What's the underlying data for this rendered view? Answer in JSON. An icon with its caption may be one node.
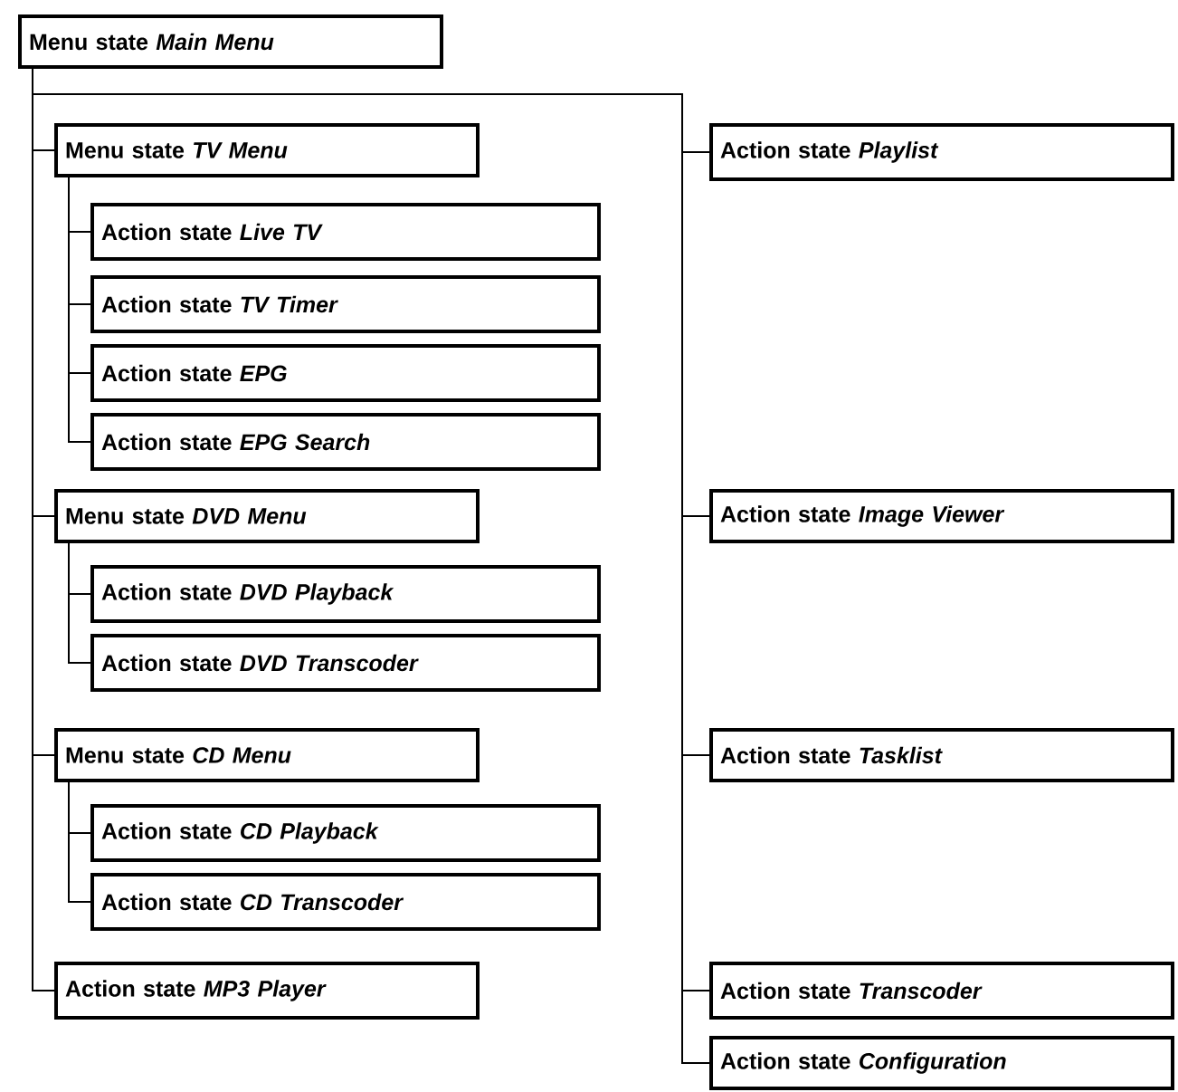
{
  "diagram": {
    "nodes": [
      {
        "text": [
          "Menu state *Main Menu*"
        ]
      },
      {
        "text": [
          "Menu state *TV Menu*"
        ]
      },
      {
        "text": [
          "Action state *Live TV*"
        ]
      },
      {
        "text": [
          "Action state *TV Timer*"
        ]
      },
      {
        "text": [
          "Action state *EPG*"
        ]
      },
      {
        "text": [
          "Action state *EPG Search*"
        ]
      },
      {
        "text": [
          "Menu state *DVD Menu*"
        ]
      },
      {
        "text": [
          "Action state *DVD Playback*"
        ]
      },
      {
        "text": [
          "Action state *DVD Transcoder*"
        ]
      },
      {
        "text": [
          "Menu state *CD Menu*"
        ]
      },
      {
        "text": [
          "Action state *CD Playback*"
        ]
      },
      {
        "text": [
          "Action state *CD Transcoder*"
        ]
      },
      {
        "text": [
          "Action state *MP3 Player*"
        ]
      },
      {
        "text": [
          "Action state *Playlist*"
        ]
      },
      {
        "text": [
          "Action state *Image Viewer*"
        ]
      },
      {
        "text": [
          "Action state *Tasklist*"
        ]
      },
      {
        "text": [
          "Action state *Transcoder*"
        ]
      },
      {
        "text": [
          "Action state *Configuration*"
        ]
      }
    ],
    "edges": [
      {
        "from": 0,
        "to": 1,
        "arrow": "none"
      },
      {
        "from": 1,
        "to": 2,
        "arrow": "none"
      },
      {
        "from": 1,
        "to": 3,
        "arrow": "none"
      },
      {
        "from": 1,
        "to": 4,
        "arrow": "none"
      },
      {
        "from": 1,
        "to": 5,
        "arrow": "none"
      },
      {
        "from": 0,
        "to": 6,
        "arrow": "none"
      },
      {
        "from": 6,
        "to": 7,
        "arrow": "none"
      },
      {
        "from": 6,
        "to": 8,
        "arrow": "none"
      },
      {
        "from": 0,
        "to": 9,
        "arrow": "none"
      },
      {
        "from": 9,
        "to": 10,
        "arrow": "none"
      },
      {
        "from": 9,
        "to": 11,
        "arrow": "none"
      },
      {
        "from": 0,
        "to": 12,
        "arrow": "none"
      },
      {
        "from": 0,
        "to": 13,
        "arrow": "none"
      },
      {
        "from": 0,
        "to": 14,
        "arrow": "none"
      },
      {
        "from": 0,
        "to": 15,
        "arrow": "none"
      },
      {
        "from": 0,
        "to": 16,
        "arrow": "none"
      },
      {
        "from": 0,
        "to": 17,
        "arrow": "none"
      }
    ]
  }
}
